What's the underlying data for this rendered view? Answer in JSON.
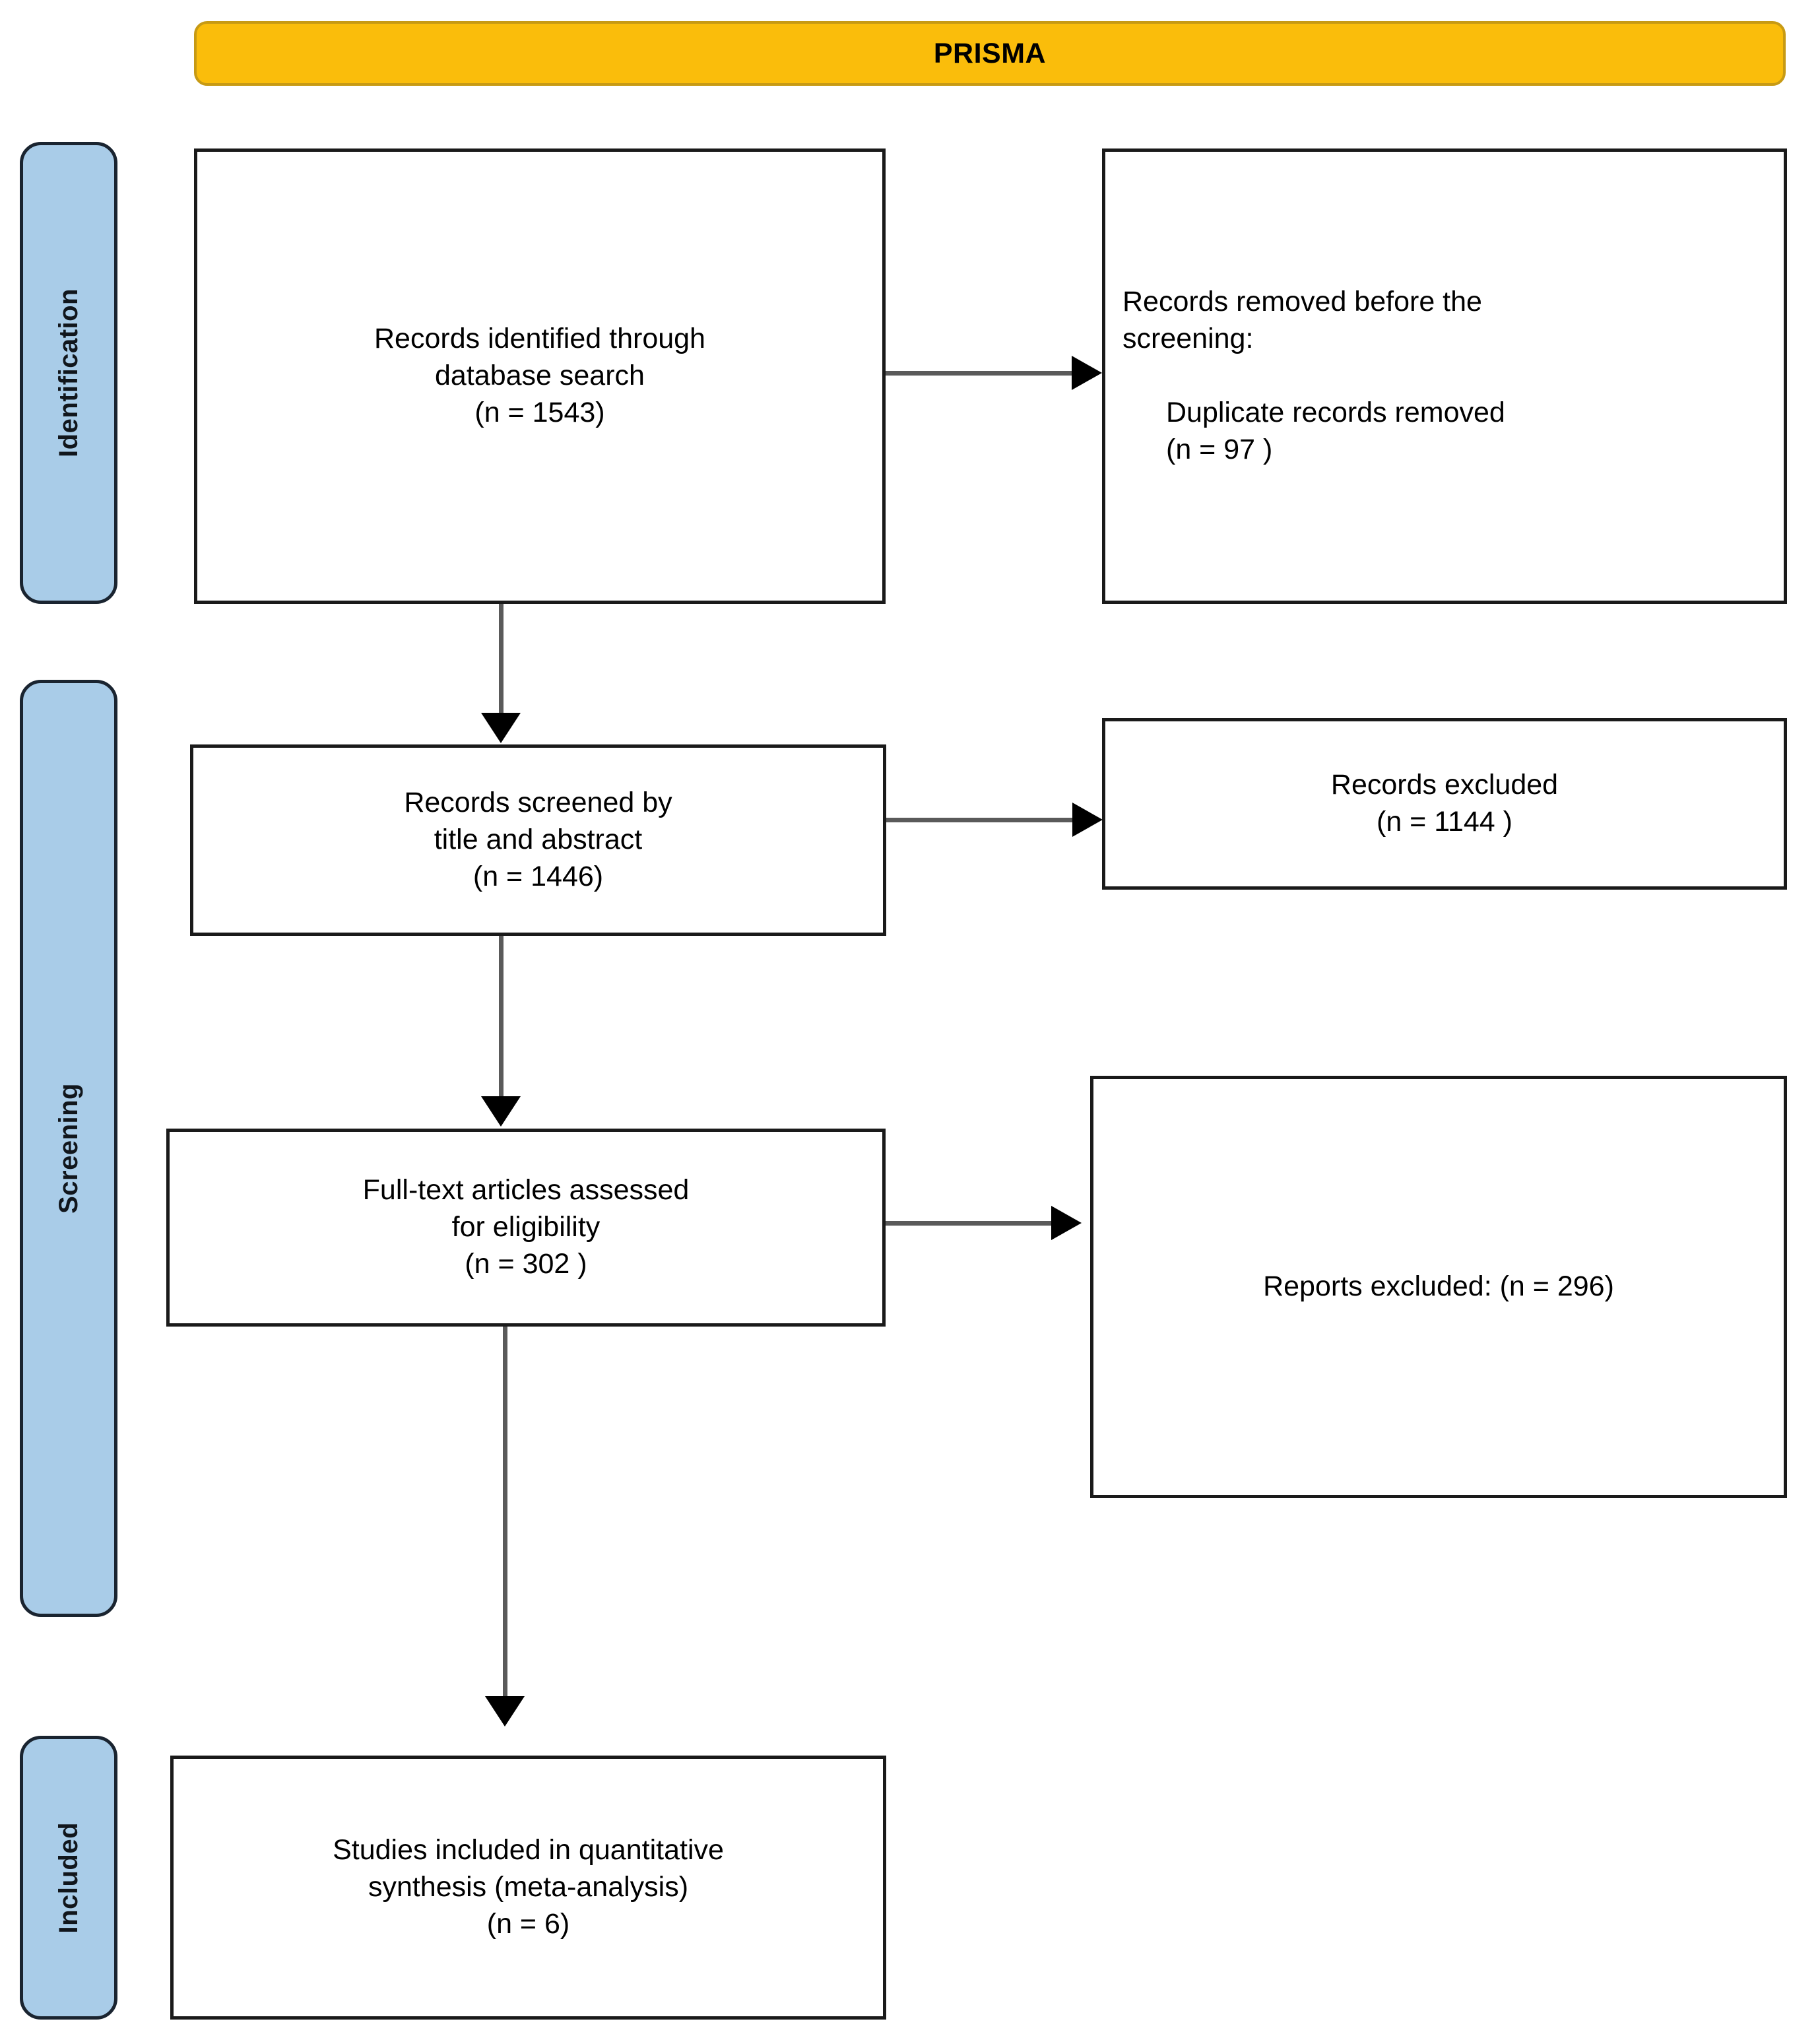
{
  "header": {
    "title": "PRISMA",
    "bar_color": "#FABD0B",
    "bar_border_color": "#C79A14"
  },
  "stages": [
    {
      "id": "identification",
      "label": "Identification",
      "color": "#A9CCE8"
    },
    {
      "id": "screening",
      "label": "Screening",
      "color": "#A9CCE8"
    },
    {
      "id": "included",
      "label": "Included",
      "color": "#A9CCE8"
    }
  ],
  "boxes": {
    "identified": {
      "text": "Records identified through\ndatabase search\n(n = 1543)",
      "align": "center"
    },
    "removed": {
      "text": "Records removed before the\nscreening:",
      "sub_text": "Duplicate records removed\n(n = 97 )",
      "align": "left"
    },
    "screened": {
      "text": "Records screened by\ntitle and abstract\n(n = 1446)",
      "align": "center"
    },
    "records_excluded": {
      "text": "Records excluded\n(n = 1144 )",
      "align": "center"
    },
    "fulltext": {
      "text": "Full-text articles assessed\nfor eligibility\n(n = 302 )",
      "align": "center"
    },
    "reports_excluded": {
      "text": "Reports excluded: (n = 296)",
      "align": "center"
    },
    "included": {
      "text": "Studies included in quantitative\nsynthesis (meta-analysis)\n(n = 6)",
      "align": "center"
    }
  },
  "connectors": [
    {
      "id": "identified-to-removed",
      "type": "arrow-right"
    },
    {
      "id": "identified-to-screened",
      "type": "arrow-down"
    },
    {
      "id": "screened-to-records-excluded",
      "type": "arrow-right"
    },
    {
      "id": "screened-to-fulltext",
      "type": "arrow-down"
    },
    {
      "id": "fulltext-to-reports-excluded",
      "type": "arrow-right"
    },
    {
      "id": "fulltext-to-included",
      "type": "arrow-down"
    }
  ],
  "chart_data": {
    "type": "diagram",
    "title": "PRISMA",
    "flow": [
      {
        "stage": "Identification",
        "label": "Records identified through database search",
        "n": 1543
      },
      {
        "stage": "Identification",
        "label": "Duplicate records removed",
        "n": 97
      },
      {
        "stage": "Screening",
        "label": "Records screened by title and abstract",
        "n": 1446
      },
      {
        "stage": "Screening",
        "label": "Records excluded",
        "n": 1144
      },
      {
        "stage": "Screening",
        "label": "Full-text articles assessed for eligibility",
        "n": 302
      },
      {
        "stage": "Screening",
        "label": "Reports excluded",
        "n": 296
      },
      {
        "stage": "Included",
        "label": "Studies included in quantitative synthesis (meta-analysis)",
        "n": 6
      }
    ]
  }
}
